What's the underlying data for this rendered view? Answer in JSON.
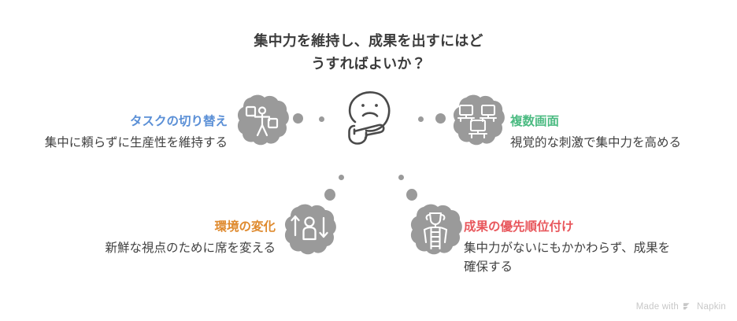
{
  "title": {
    "line1": "集中力を維持し、成果を出すにはど",
    "line2": "うすればよいか？"
  },
  "center": {
    "icon_name": "thinking-face-icon"
  },
  "colors": {
    "blue": "#5a8fd6",
    "green": "#4cbb82",
    "orange": "#df8a2e",
    "red": "#e8575c",
    "blob_gray": "#9a9a9a",
    "text_gray": "#3f3f3f",
    "watermark_gray": "#c8c8c8"
  },
  "nodes": [
    {
      "id": "task-switching",
      "heading": "タスクの切り替え",
      "description": "集中に頼らずに生産性を維持する",
      "color": "blue",
      "icon_name": "person-juggling-tasks-icon"
    },
    {
      "id": "multiple-screens",
      "heading": "複数画面",
      "description": "視覚的な刺激で集中力を高める",
      "color": "green",
      "icon_name": "multiple-monitors-icon"
    },
    {
      "id": "environment-change",
      "heading": "環境の変化",
      "description": "新鮮な視点のために席を変える",
      "color": "orange",
      "icon_name": "person-up-down-arrows-icon"
    },
    {
      "id": "prioritize-results",
      "heading": "成果の優先順位付け",
      "description": "集中力がないにもかかわらず、成果を確保する",
      "color": "red",
      "icon_name": "trophy-ladder-icon"
    }
  ],
  "watermark": {
    "prefix": "Made with",
    "brand": "Napkin"
  }
}
